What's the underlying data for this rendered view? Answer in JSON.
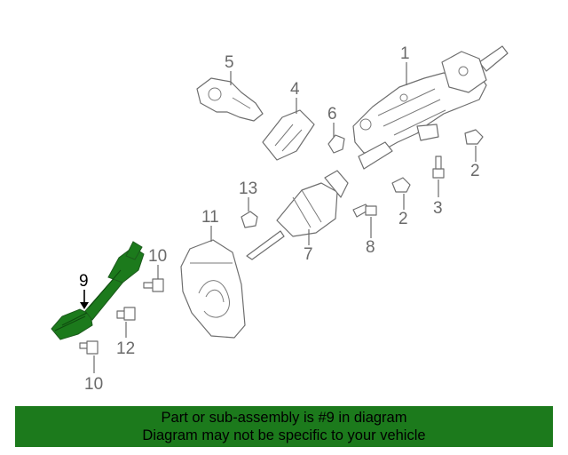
{
  "callouts": {
    "c1": "1",
    "c2a": "2",
    "c2b": "2",
    "c3": "3",
    "c4": "4",
    "c5": "5",
    "c6": "6",
    "c7": "7",
    "c8": "8",
    "c9": "9",
    "c10a": "10",
    "c10b": "10",
    "c11": "11",
    "c12": "12",
    "c13": "13"
  },
  "highlight_part": "9",
  "colors": {
    "highlight": "#1c7a1c",
    "banner_bg": "#1c7a1c",
    "line": "#6e6e6e"
  },
  "banner": {
    "line1": "Part or sub-assembly is #9 in diagram",
    "line2": "Diagram may not be specific to your vehicle"
  }
}
